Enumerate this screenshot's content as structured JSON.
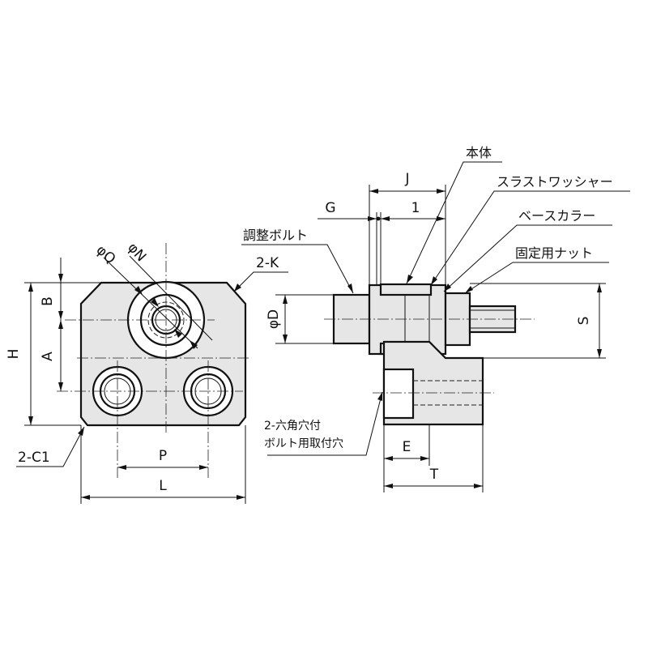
{
  "front_view": {
    "dim_H": "H",
    "dim_A": "A",
    "dim_B": "B",
    "dim_L": "L",
    "dim_P": "P",
    "dim_phiQ": "φQ",
    "dim_phiN": "φN",
    "dim_2K": "2-K",
    "dim_2C1": "2-C1"
  },
  "side_view": {
    "dim_J": "J",
    "dim_G": "G",
    "dim_1": "1",
    "dim_phiD": "φD",
    "dim_S": "S",
    "dim_E": "E",
    "dim_T": "T",
    "label_body": "本体",
    "label_thrust_washer": "スラストワッシャー",
    "label_base_collar": "ベースカラー",
    "label_fixing_nut": "固定用ナット",
    "label_adjust_bolt": "調整ボルト",
    "label_hex_hole_line1": "2-六角穴付",
    "label_hex_hole_line2": "ボルト用取付穴"
  }
}
